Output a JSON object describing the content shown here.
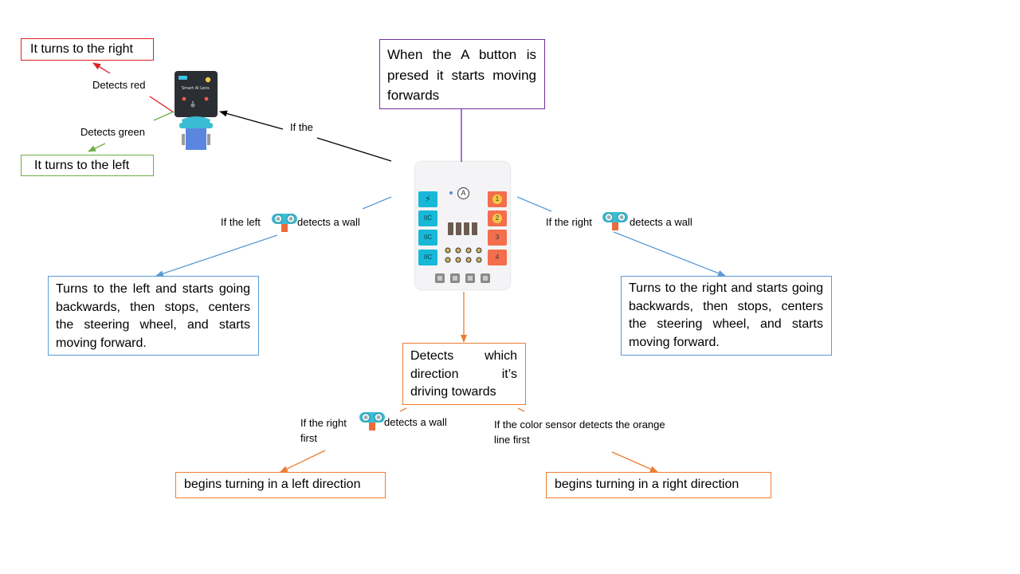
{
  "boxes": {
    "a_button": "When the A button is presed it starts moving forwards",
    "turn_right_red": "It turns to the right",
    "turn_left_green": "It turns to the left",
    "left_wall_action": "Turns to the left and starts going backwards, then stops, centers the steering wheel, and starts moving forward.",
    "right_wall_action": "Turns to the right and starts going backwards, then stops, centers the steering wheel, and starts moving forward.",
    "detect_direction": "Detects which direction it’s driving towards",
    "begin_left": "begins turning in a left direction",
    "begin_right": "begins turning in a right direction"
  },
  "labels": {
    "detects_red": "Detects red",
    "detects_green": "Detects green",
    "if_the": "If the",
    "left_wall_pre": "If the left",
    "left_wall_post": "detects a wall",
    "right_wall_pre": "If the right",
    "right_wall_post": "detects a wall",
    "right_first_pre": "If the right first",
    "right_first_post": "detects a wall",
    "color_sensor": "If the color sensor detects the orange line first"
  },
  "controller": {
    "button": "A",
    "left_ports": [
      "⚡",
      "IIC",
      "IIC",
      "IIC"
    ],
    "right_ports": [
      "1",
      "2",
      "3",
      "4"
    ]
  },
  "camera": {
    "screen_text": "Smart AI Lens"
  },
  "colors": {
    "red": "#e02020",
    "green": "#70ad47",
    "purple": "#7030a0",
    "blue": "#5b9bd5",
    "orange": "#ed7d31",
    "cyan": "#17b8d8",
    "port_orange": "#f36e4d"
  },
  "icons": {
    "ultrasonic": "ultrasonic-sensor-icon",
    "camera": "smart-ai-lens-icon",
    "controller": "controller-board-icon"
  }
}
